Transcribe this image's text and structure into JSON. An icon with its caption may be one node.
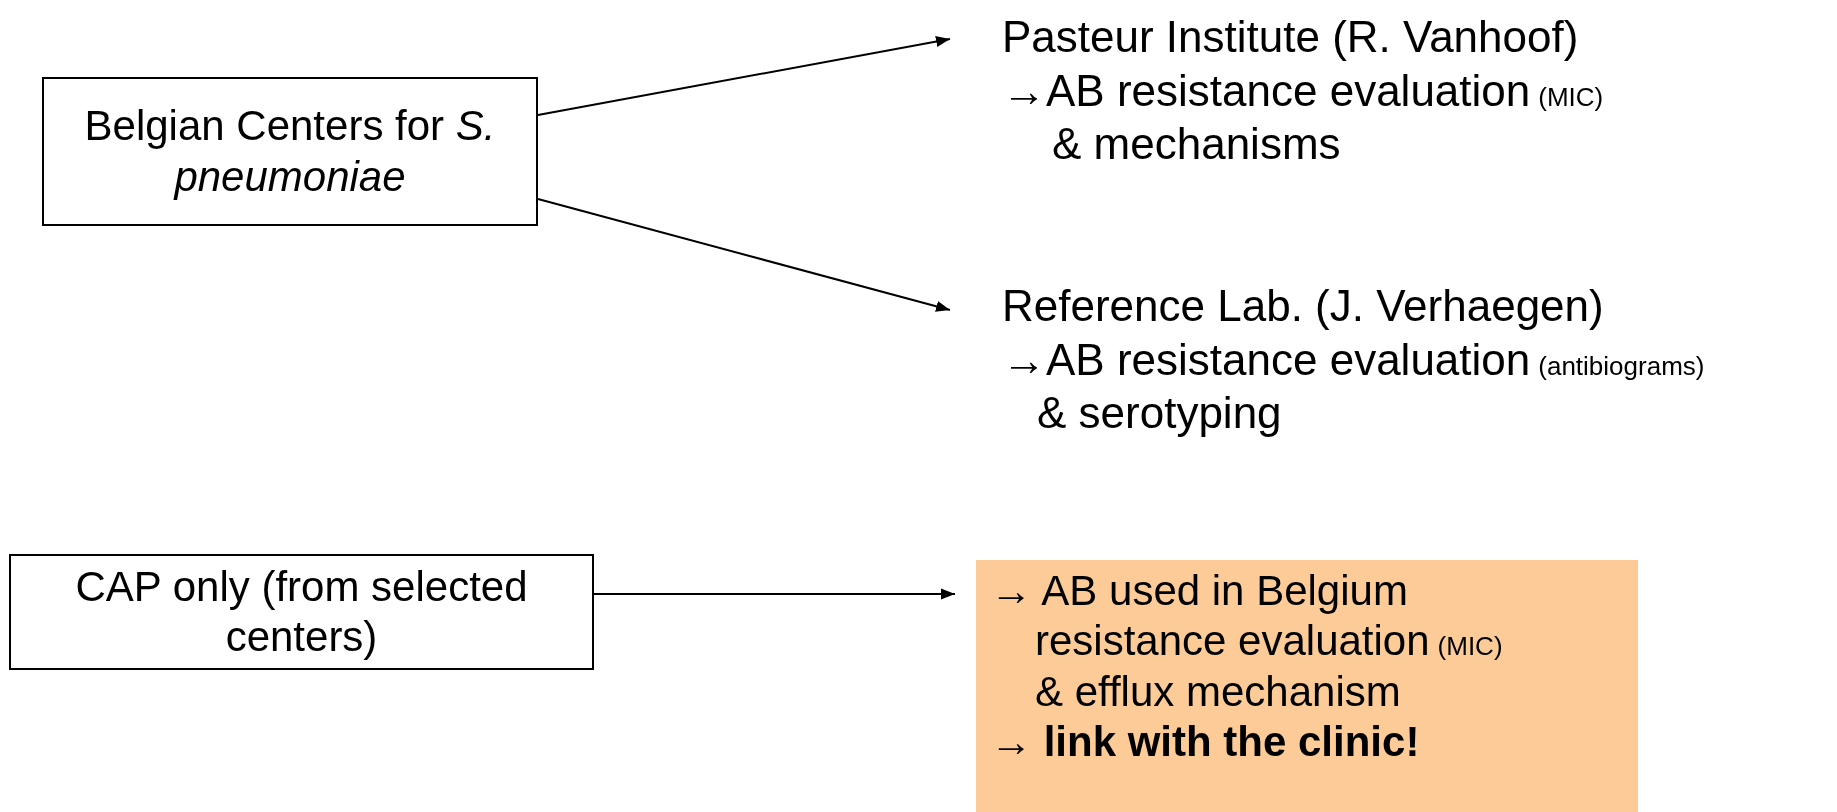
{
  "diagram": {
    "nodes": [
      {
        "text": [
          "Belgian Centers for *S. pneumoniae*"
        ]
      },
      {
        "text": [
          "Pasteur Institute (R. Vanhoof)",
          "→AB resistance evaluation",
          "(MIC)",
          "& mechanisms"
        ]
      },
      {
        "text": [
          "Reference Lab. (J. Verhaegen)",
          "→AB resistance evaluation",
          "(antibiograms)",
          "& serotyping"
        ]
      },
      {
        "text": [
          "CAP only (from selected centers)"
        ]
      },
      {
        "text": [
          "→ AB used in Belgium",
          "resistance evaluation",
          "(MIC)",
          "& efflux mechanism",
          "→ link with the clinic!"
        ]
      }
    ],
    "edges": [
      {
        "from": 0,
        "to": 1,
        "arrow": "to"
      },
      {
        "from": 0,
        "to": 2,
        "arrow": "to"
      },
      {
        "from": 3,
        "to": 4,
        "arrow": "to"
      }
    ]
  }
}
